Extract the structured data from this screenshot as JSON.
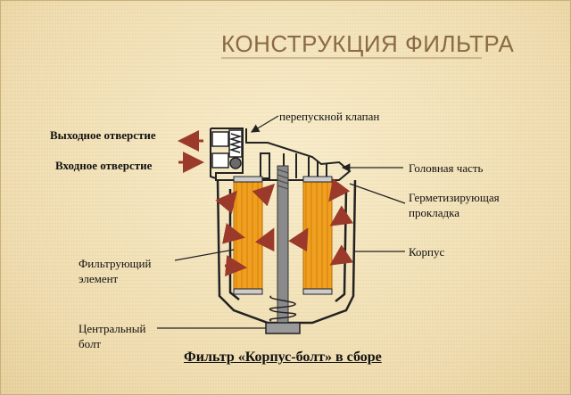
{
  "title": "КОНСТРУКЦИЯ ФИЛЬТРА",
  "labels": {
    "bypass_valve": "перепускной клапан",
    "outlet": "Выходное отверстие",
    "inlet": "Входное отверстие",
    "head": "Головная часть",
    "gasket_1": "Герметизирующая",
    "gasket_2": "прокладка",
    "housing": "Корпус",
    "element_1": "Фильтрующий",
    "element_2": "элемент",
    "bolt_1": "Центральный",
    "bolt_2": "болт"
  },
  "caption": "Фильтр «Корпус-болт» в сборе",
  "colors": {
    "background": "#f3e3b8",
    "title": "#8a6a44",
    "filter_element": "#f0a020",
    "arrow": "#9b3a2a",
    "outline": "#222222",
    "bolt": "#8a8a8a"
  }
}
